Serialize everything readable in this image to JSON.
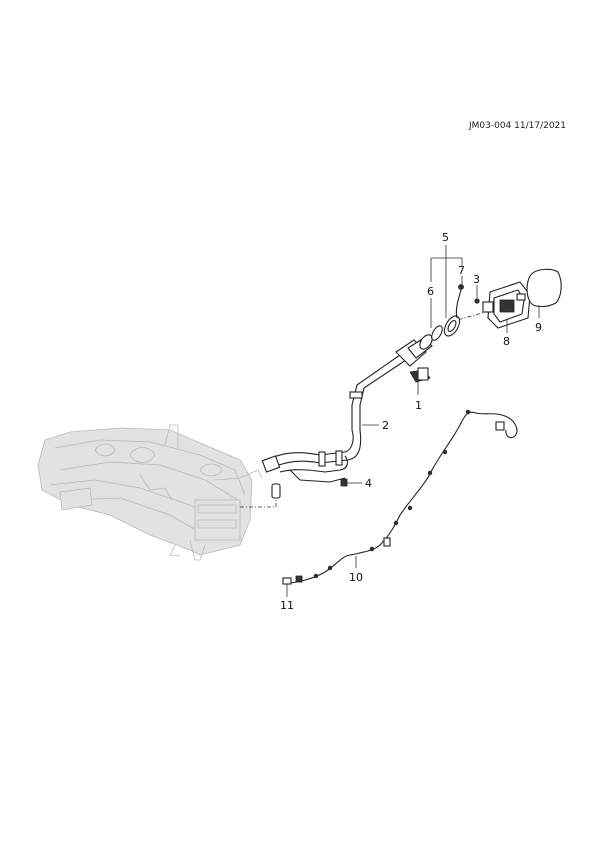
{
  "header": {
    "reference": "JM03-004 11/17/2021"
  },
  "callouts": [
    {
      "id": "c1",
      "label": "1"
    },
    {
      "id": "c2",
      "label": "2"
    },
    {
      "id": "c3",
      "label": "3"
    },
    {
      "id": "c4",
      "label": "4"
    },
    {
      "id": "c5",
      "label": "5"
    },
    {
      "id": "c6",
      "label": "6"
    },
    {
      "id": "c7",
      "label": "7"
    },
    {
      "id": "c8",
      "label": "8"
    },
    {
      "id": "c9",
      "label": "9"
    },
    {
      "id": "c10",
      "label": "10"
    },
    {
      "id": "c11",
      "label": "11"
    }
  ]
}
